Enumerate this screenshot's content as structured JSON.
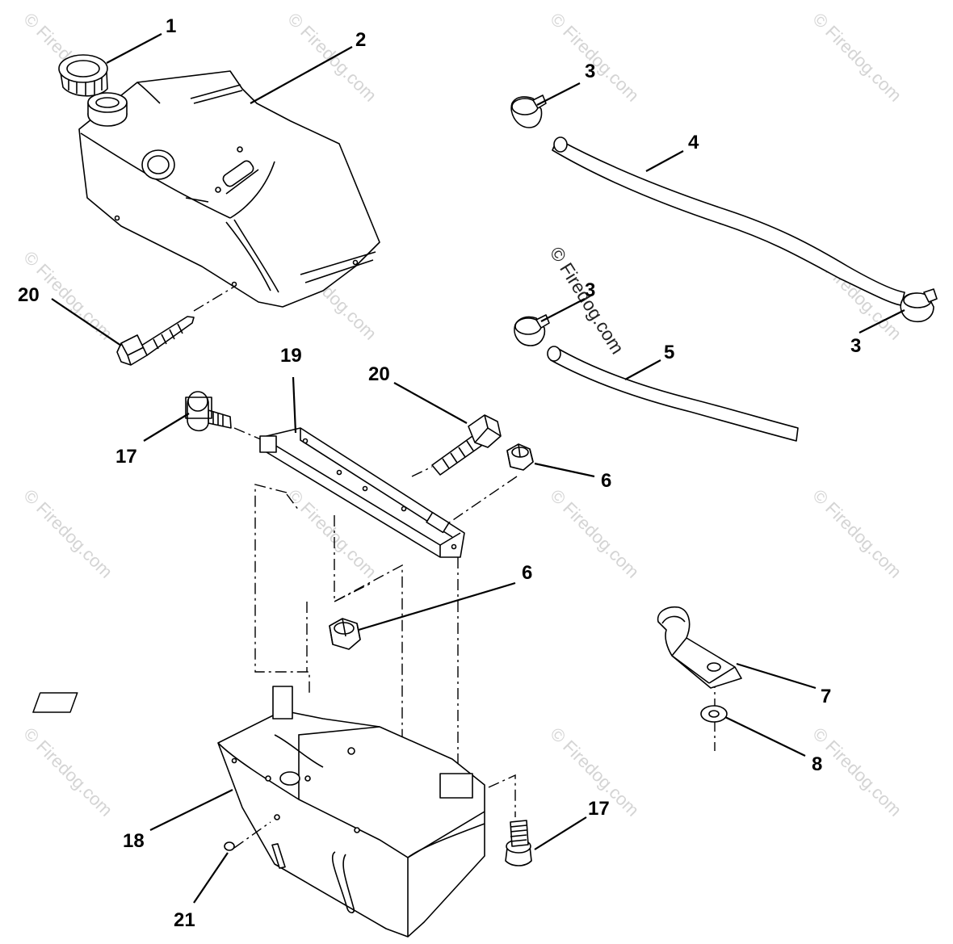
{
  "diagram": {
    "callouts": {
      "c1": "1",
      "c2": "2",
      "c3a": "3",
      "c3b": "3",
      "c3c": "3",
      "c4": "4",
      "c5": "5",
      "c6a": "6",
      "c6b": "6",
      "c7": "7",
      "c8": "8",
      "c17a": "17",
      "c17b": "17",
      "c18": "18",
      "c19": "19",
      "c20a": "20",
      "c20b": "20",
      "c21": "21"
    },
    "watermark": "© Firedog.com"
  }
}
